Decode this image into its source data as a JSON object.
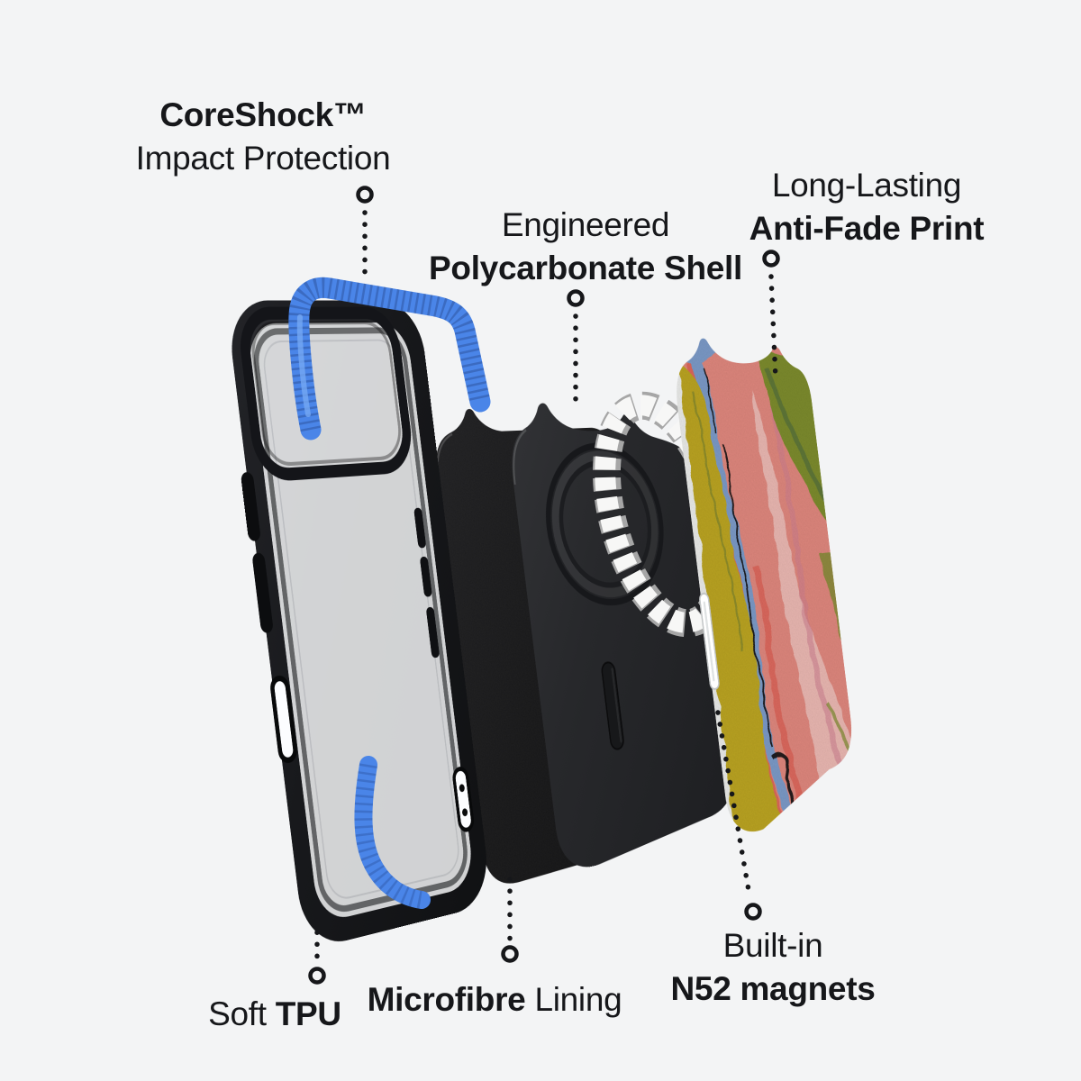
{
  "callouts": {
    "coreshock": {
      "line1": "CoreShock™",
      "line2": "Impact Protection"
    },
    "polycarbonate": {
      "line1": "Engineered",
      "line2": "Polycarbonate Shell"
    },
    "antifade": {
      "line1": "Long-Lasting",
      "line2": "Anti-Fade Print"
    },
    "tpu": {
      "pre": "Soft ",
      "bold": "TPU"
    },
    "microfibre": {
      "bold": "Microfibre",
      "post": " Lining"
    },
    "magnets": {
      "line1": "Built-in",
      "line2": "N52 magnets"
    }
  },
  "colors": {
    "background": "#f3f4f5",
    "text": "#16171a",
    "accent_blue": "#4a85e8",
    "accent_blue_light": "#74a7f2",
    "accent_blue_dark": "#2c5fc2",
    "case_black": "#17181b",
    "clear_window": "#fbfcfe",
    "shell_dark": "#27282b",
    "microfibre_dark": "#131314",
    "magnet_silver": "#f7f7f6",
    "magnet_silver_edge": "#a6a6a6",
    "plate_white": "#edeeec",
    "marble_yellow": "#bda622",
    "marble_salmon": "#e2897f",
    "marble_red": "#df685b",
    "marble_pink": "#efc3bd",
    "marble_pink_deep": "#cf7f92",
    "marble_blue": "#7d9cca",
    "marble_green": "#7e8d2f",
    "marble_green_dark": "#5b7439",
    "marble_vein": "#151515"
  }
}
